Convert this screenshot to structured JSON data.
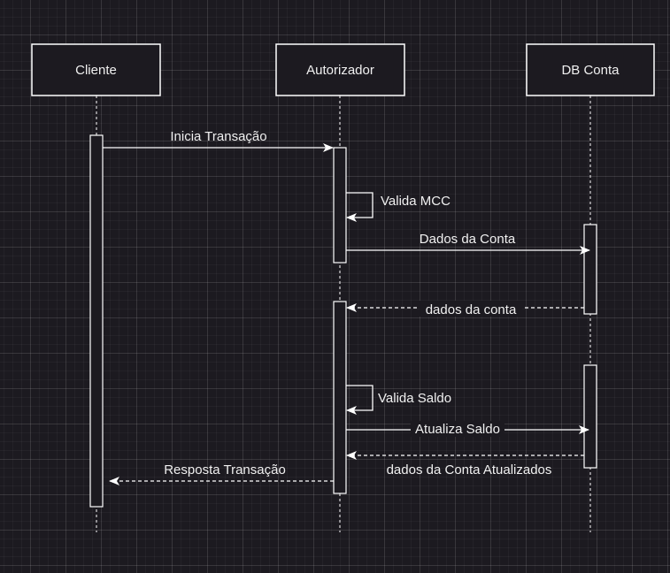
{
  "diagram": {
    "participants": [
      {
        "id": "cliente",
        "label": "Cliente"
      },
      {
        "id": "autorizador",
        "label": "Autorizador"
      },
      {
        "id": "db",
        "label": "DB Conta"
      }
    ],
    "messages": [
      {
        "id": "inicia",
        "from": "cliente",
        "to": "autorizador",
        "label": "Inicia Transação",
        "style": "solid"
      },
      {
        "id": "valida-mcc",
        "from": "autorizador",
        "to": "autorizador",
        "label": "Valida MCC",
        "style": "self"
      },
      {
        "id": "dados-conta",
        "from": "autorizador",
        "to": "db",
        "label": "Dados da Conta",
        "style": "solid"
      },
      {
        "id": "dados-da-conta-reply",
        "from": "db",
        "to": "autorizador",
        "label": "dados da conta",
        "style": "dashed"
      },
      {
        "id": "valida-saldo",
        "from": "autorizador",
        "to": "autorizador",
        "label": "Valida Saldo",
        "style": "self"
      },
      {
        "id": "atualiza-saldo",
        "from": "autorizador",
        "to": "db",
        "label": "Atualiza Saldo",
        "style": "solid"
      },
      {
        "id": "dados-atualizados",
        "from": "db",
        "to": "autorizador",
        "label": "dados da Conta Atualizados",
        "style": "dashed"
      },
      {
        "id": "resposta",
        "from": "autorizador",
        "to": "cliente",
        "label": "Resposta Transação",
        "style": "dashed"
      }
    ],
    "colors": {
      "background": "#1c1a20",
      "stroke": "#ffffff",
      "text": "#f0f0f0",
      "box_fill": "#1c1a20"
    }
  }
}
